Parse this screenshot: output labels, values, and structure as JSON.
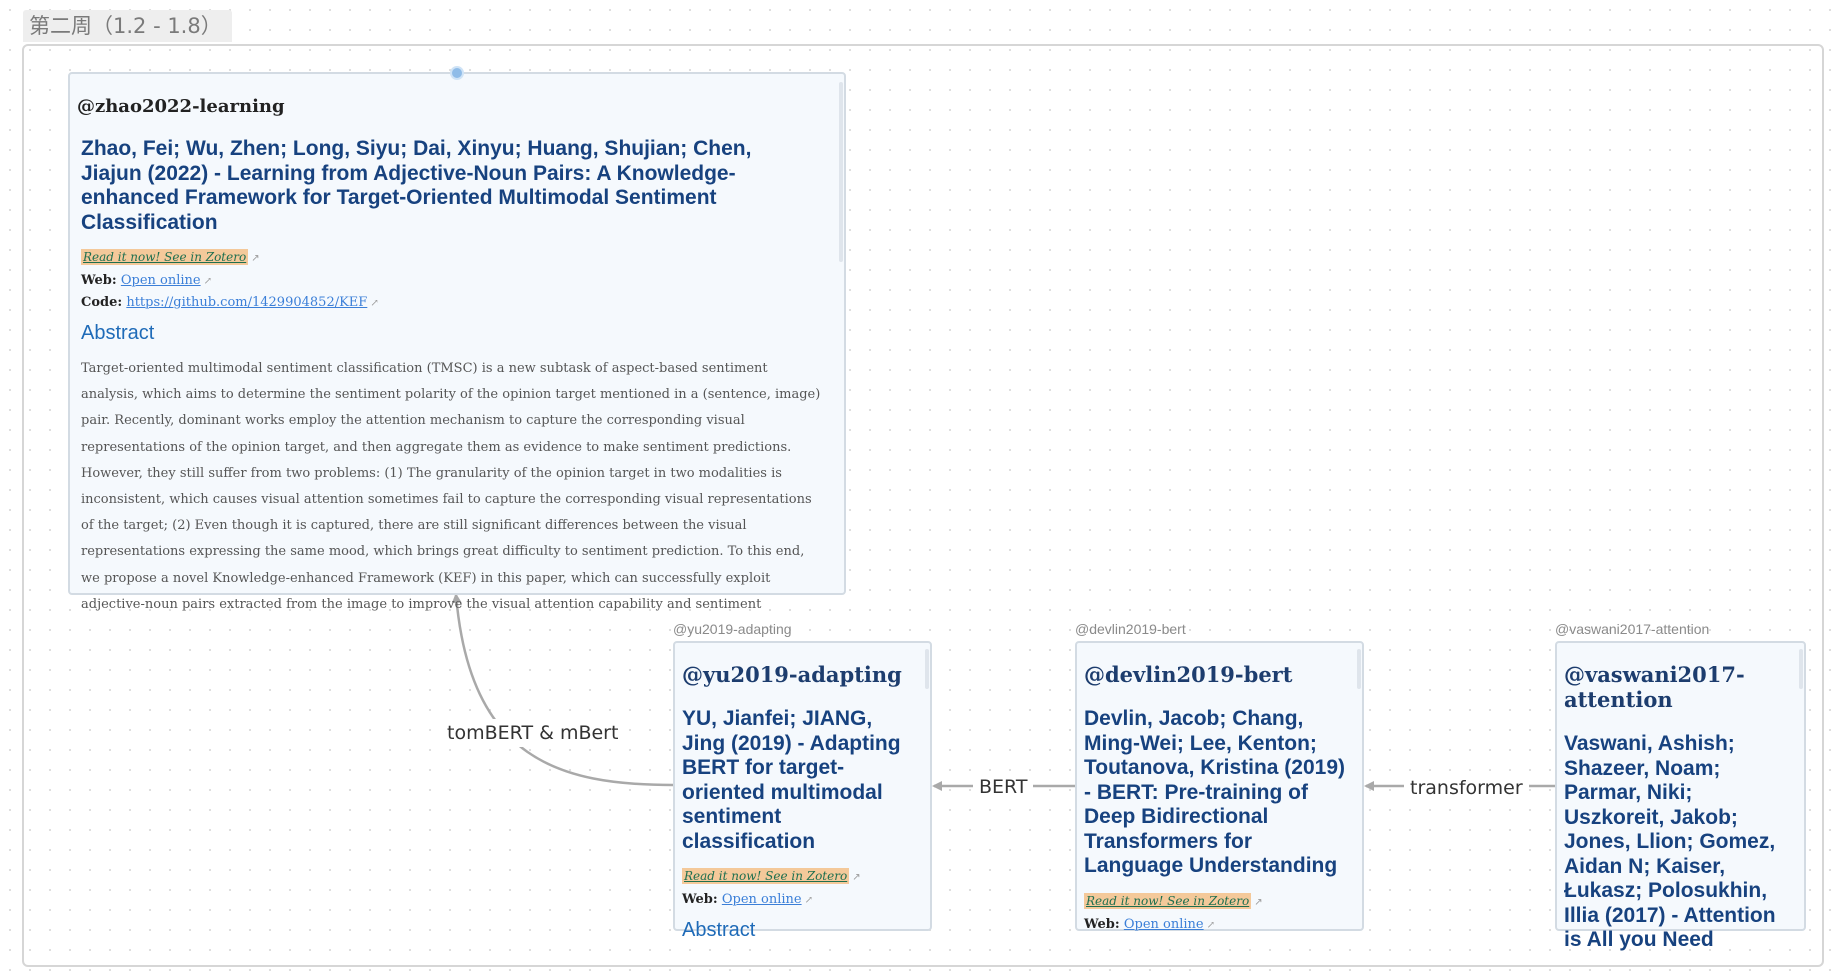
{
  "group": {
    "label": "第二周（1.2 - 1.8）"
  },
  "edges": [
    {
      "label": "tomBERT & mBert"
    },
    {
      "label": "BERT"
    },
    {
      "label": "transformer"
    }
  ],
  "cards": {
    "zhao": {
      "cite": "@zhao2022-learning",
      "title": "Zhao, Fei; Wu, Zhen; Long, Siyu; Dai, Xinyu; Huang, Shujian; Chen, Jiajun (2022) - Learning from Adjective-Noun Pairs: A Knowledge-enhanced Framework for Target-Oriented Multimodal Sentiment Classification",
      "zotero": "Read it now! See in Zotero",
      "web_label": "Web:",
      "web_link": "Open online",
      "code_label": "Code:",
      "code_link": "https://github.com/1429904852/KEF",
      "abstract_heading": "Abstract",
      "abstract": "Target-oriented multimodal sentiment classification (TMSC) is a new subtask of aspect-based sentiment analysis, which aims to determine the sentiment polarity of the opinion target mentioned in a (sentence, image) pair. Recently, dominant works employ the attention mechanism to capture the corresponding visual representations of the opinion target, and then aggregate them as evidence to make sentiment predictions. However, they still suffer from two problems: (1) The granularity of the opinion target in two modalities is inconsistent, which causes visual attention sometimes fail to capture the corresponding visual representations of the target; (2) Even though it is captured, there are still significant differences between the visual representations expressing the same mood, which brings great difficulty to sentiment prediction. To this end, we propose a novel Knowledge-enhanced Framework (KEF) in this paper, which can successfully exploit adjective-noun pairs extracted from the image to improve the visual attention capability and sentiment"
    },
    "yu": {
      "node_title": "@yu2019-adapting",
      "cite": "@yu2019-adapting",
      "title": "YU, Jianfei; JIANG, Jing (2019) - Adapting BERT for target-oriented multimodal sentiment classification",
      "zotero": "Read it now! See in Zotero",
      "web_label": "Web:",
      "web_link": "Open online",
      "abstract_heading": "Abstract"
    },
    "devlin": {
      "node_title": "@devlin2019-bert",
      "cite": "@devlin2019-bert",
      "title": "Devlin, Jacob; Chang, Ming-Wei; Lee, Kenton; Toutanova, Kristina (2019) - BERT: Pre-training of Deep Bidirectional Transformers for Language Understanding",
      "zotero": "Read it now! See in Zotero",
      "web_label": "Web:",
      "web_link": "Open online"
    },
    "vaswani": {
      "node_title": "@vaswani2017-attention",
      "cite": "@vaswani2017-attention",
      "title": "Vaswani, Ashish; Shazeer, Noam; Parmar, Niki; Uszkoreit, Jakob; Jones, Llion; Gomez, Aidan N; Kaiser, Łukasz; Polosukhin, Illia (2017) - Attention is All you Need"
    }
  },
  "colors": {
    "edge": "#a9a9a9",
    "handle": "#8fbce8",
    "card_bg": "#f5f9fd"
  },
  "icons": {
    "external_link": "external-link-icon"
  }
}
